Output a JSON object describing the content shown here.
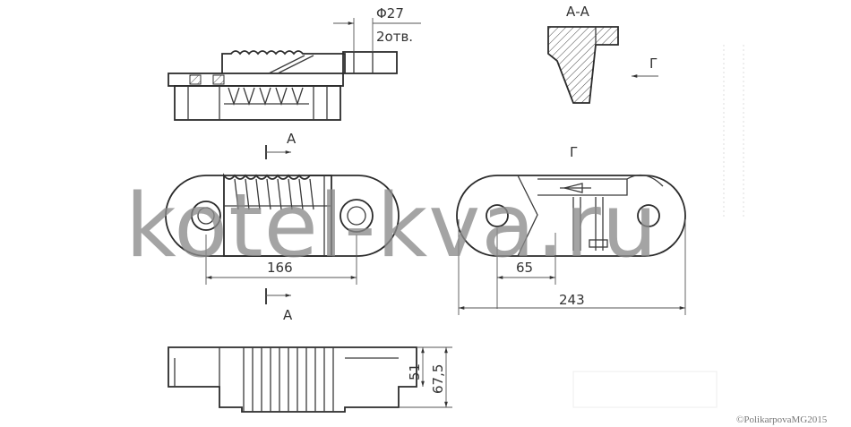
{
  "dimensions": {
    "hole_diameter": "Φ27",
    "hole_count": "2отв.",
    "length_166": "166",
    "offset_65": "65",
    "overall_243": "243",
    "height_51": "51",
    "height_67_5": "67,5"
  },
  "labels": {
    "section_title": "А-А",
    "view_g_arrow": "Г",
    "view_g_title": "Г",
    "section_mark_top": "А",
    "section_mark_bottom": "А"
  },
  "watermark": {
    "text": "kotel-kva.ru"
  },
  "copyright": {
    "text": "©PolikarpovaMG2015"
  },
  "colors": {
    "line": "#3a3a3a",
    "watermark": "#8a8a8a",
    "background": "#ffffff"
  }
}
